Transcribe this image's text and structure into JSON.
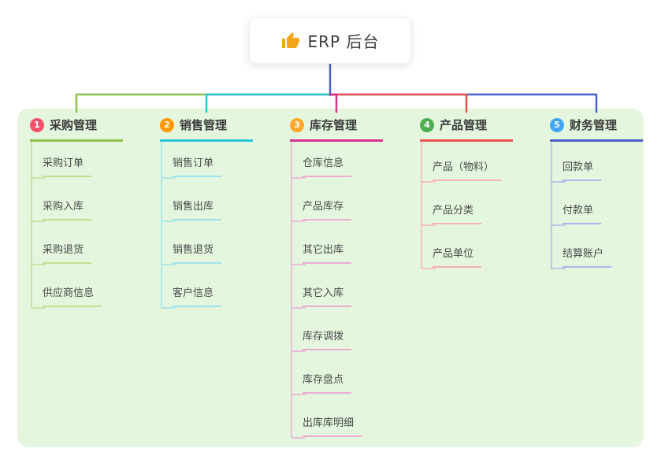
{
  "root": {
    "label": "ERP 后台",
    "icon": "thumbs-up-icon",
    "icon_color": "#f2a71b"
  },
  "colors": {
    "canvas_bg": "#e4f6de",
    "trunk": "#4a61c9"
  },
  "branches": [
    {
      "badge": "1",
      "label": "采购管理",
      "badge_color": "#f4516c",
      "line_color": "#8bc34a",
      "item_line_color": "#bfdf93",
      "items": [
        "采购订单",
        "采购入库",
        "采购退货",
        "供应商信息"
      ]
    },
    {
      "badge": "2",
      "label": "销售管理",
      "badge_color": "#ff9800",
      "line_color": "#29c5d6",
      "item_line_color": "#9fe3ea",
      "items": [
        "销售订单",
        "销售出库",
        "销售退货",
        "客户信息"
      ]
    },
    {
      "badge": "3",
      "label": "库存管理",
      "badge_color": "#ffa726",
      "line_color": "#d6338f",
      "item_line_color": "#edacd2",
      "items": [
        "仓库信息",
        "产品库存",
        "其它出库",
        "其它入库",
        "库存调拨",
        "库存盘点",
        "出库库明细"
      ]
    },
    {
      "badge": "4",
      "label": "产品管理",
      "badge_color": "#4caf50",
      "line_color": "#ef5350",
      "item_line_color": "#f6b3b1",
      "items": [
        "产品（物料）",
        "产品分类",
        "产品单位"
      ]
    },
    {
      "badge": "5",
      "label": "财务管理",
      "badge_color": "#42a5f5",
      "line_color": "#4a61c9",
      "item_line_color": "#aab8e8",
      "items": [
        "回款单",
        "付款单",
        "结算账户"
      ]
    }
  ]
}
